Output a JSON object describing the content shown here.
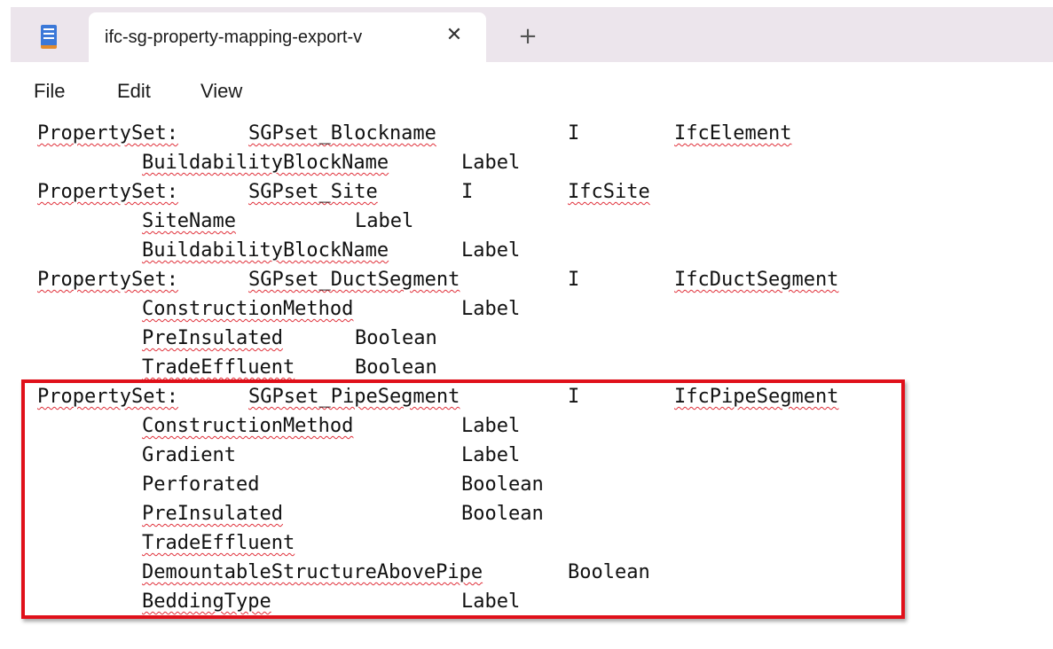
{
  "tabbar": {
    "tab_title": "ifc-sg-property-mapping-export-v",
    "close_glyph": "✕",
    "new_tab_glyph": "+",
    "app_icon": "notepad-icon"
  },
  "menu": {
    "file": "File",
    "edit": "Edit",
    "view": "View"
  },
  "lines": [
    [
      "PropertySet:",
      "SGPset_Blockname",
      "I",
      "IfcElement"
    ],
    [
      "BuildabilityBlockName",
      "Label"
    ],
    [
      "PropertySet:",
      "SGPset_Site",
      "I",
      "IfcSite"
    ],
    [
      "SiteName",
      "Label"
    ],
    [
      "BuildabilityBlockName",
      "Label"
    ],
    [
      "PropertySet:",
      "SGPset_DuctSegment",
      "I",
      "IfcDuctSegment"
    ],
    [
      "ConstructionMethod",
      "Label"
    ],
    [
      "PreInsulated",
      "Boolean"
    ],
    [
      "TradeEffluent",
      "Boolean"
    ],
    [
      "PropertySet:",
      "SGPset_PipeSegment",
      "I",
      "IfcPipeSegment"
    ],
    [
      "ConstructionMethod",
      "Label"
    ],
    [
      "Gradient",
      "Label"
    ],
    [
      "Perforated",
      "Boolean"
    ],
    [
      "PreInsulated",
      "Boolean"
    ],
    [
      "TradeEffluent"
    ],
    [
      "DemountableStructureAbovePipe",
      "Boolean"
    ],
    [
      "BeddingType",
      "Label"
    ]
  ],
  "colors": {
    "highlight_border": "#e0101a",
    "spellcheck_underline": "#e0303a",
    "tabbar_background": "#ece5ec"
  }
}
